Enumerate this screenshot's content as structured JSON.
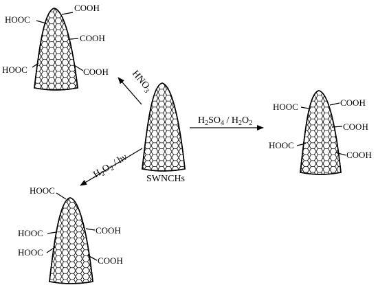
{
  "groups": {
    "cooh": "COOH",
    "hooc": "HOOC"
  },
  "center_label": "SWNCHs",
  "reagents": {
    "hno3": {
      "main": "HNO",
      "sub": "3"
    },
    "h2so4": {
      "a": "H",
      "a_sub": "2",
      "b": "SO",
      "b_sub": "4",
      "c": " / H",
      "c_sub": "2",
      "d": "O",
      "d_sub": "2"
    },
    "h2o2": {
      "a": "H",
      "a_sub": "2",
      "b": "O",
      "b_sub": "2",
      "c": " / hν"
    }
  },
  "colors": {
    "ink": "#000000",
    "background": "#ffffff"
  }
}
